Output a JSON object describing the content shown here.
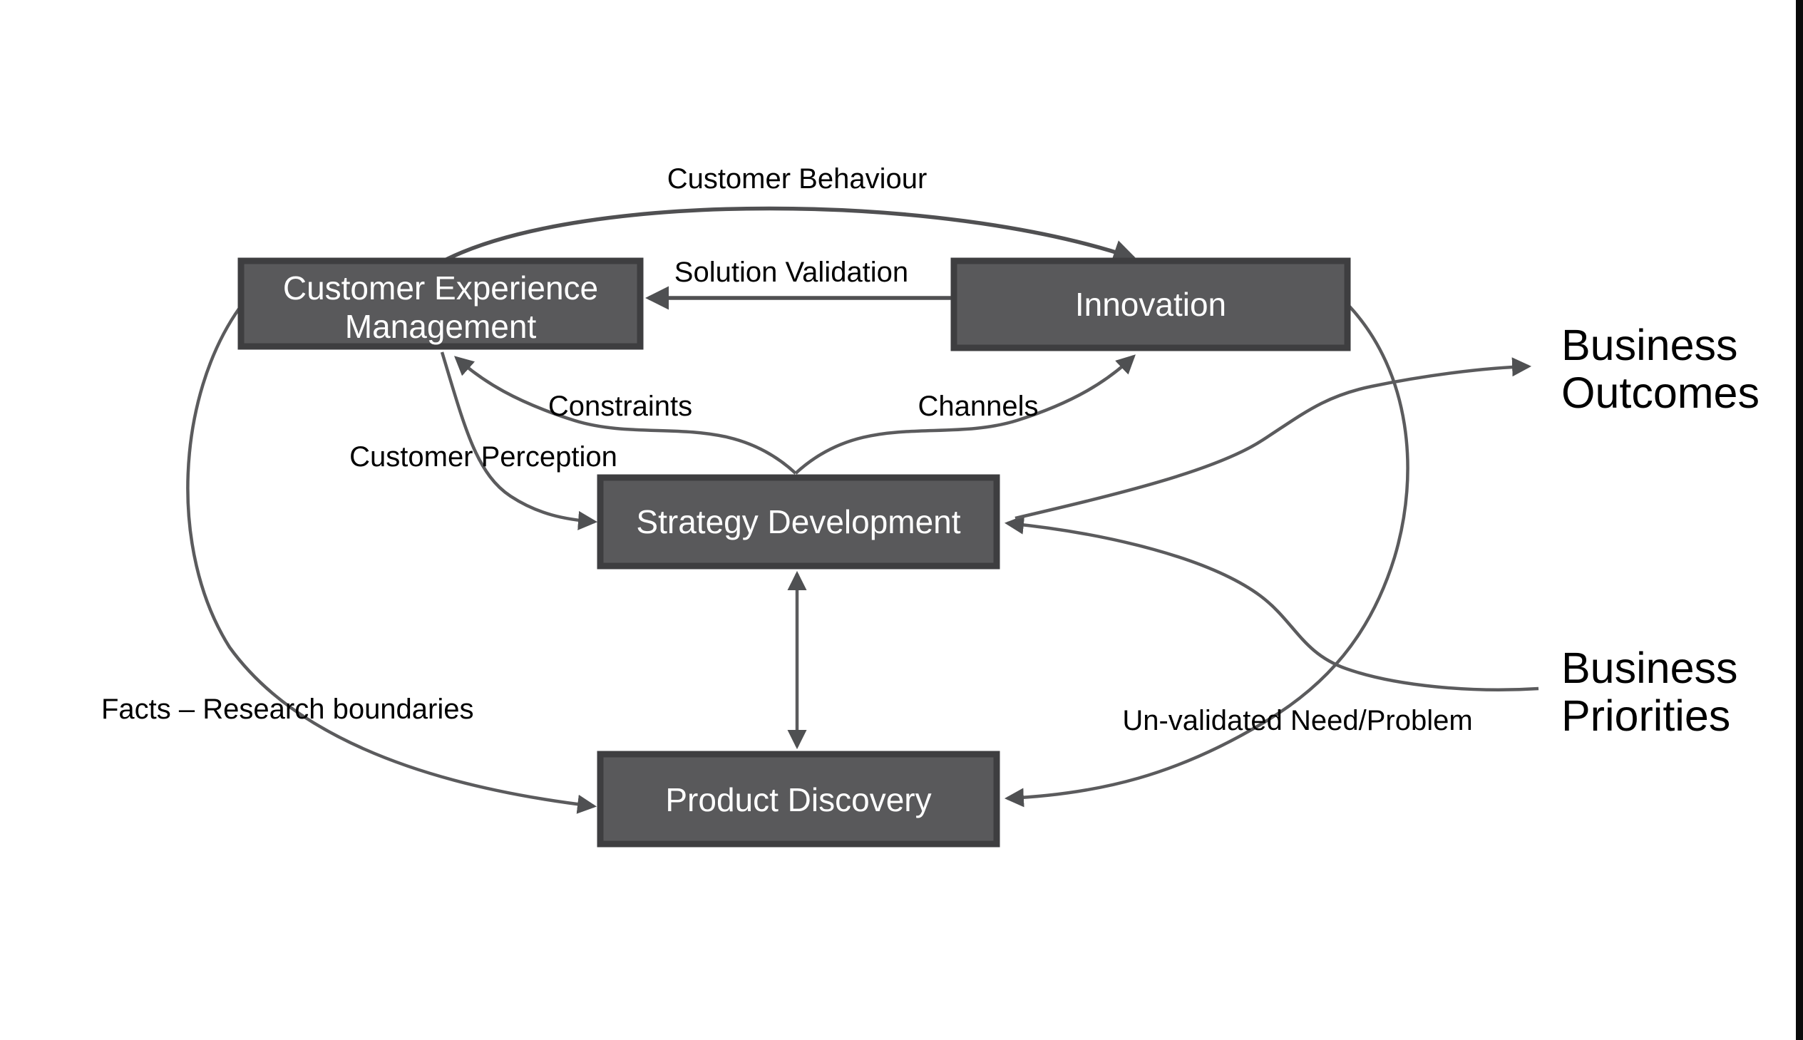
{
  "diagram": {
    "title": "Product discovery relationship diagram",
    "colors": {
      "background": "#ffffff",
      "node_fill": "#59595b",
      "node_border": "#3e3e40",
      "node_text": "#ffffff",
      "connector": "#5b5b5d",
      "arrowhead": "#4f5052",
      "label_text": "#000000",
      "right_edge_bar": "#0a0a0a"
    },
    "nodes": {
      "cem": {
        "label_line1": "Customer Experience",
        "label_line2": "Management"
      },
      "innovation": {
        "label": "Innovation"
      },
      "strategy": {
        "label": "Strategy Development"
      },
      "discovery": {
        "label": "Product Discovery"
      }
    },
    "edge_labels": {
      "customer_behaviour": "Customer Behaviour",
      "solution_validation": "Solution Validation",
      "constraints": "Constraints",
      "channels": "Channels",
      "customer_perception": "Customer Perception",
      "facts": "Facts – Research boundaries",
      "unvalidated": "Un-validated Need/Problem"
    },
    "endpoints": {
      "business_outcomes_line1": "Business",
      "business_outcomes_line2": "Outcomes",
      "business_priorities_line1": "Business",
      "business_priorities_line2": "Priorities"
    }
  }
}
